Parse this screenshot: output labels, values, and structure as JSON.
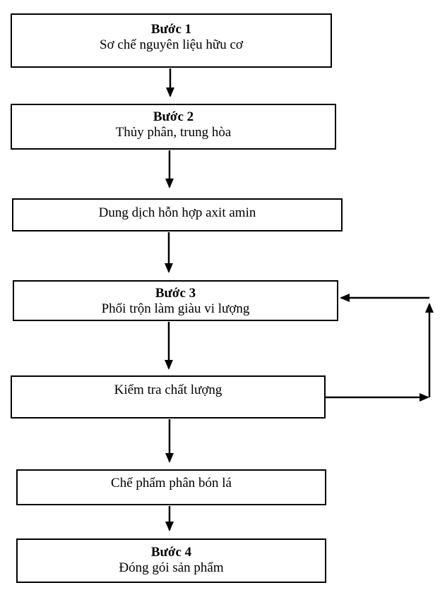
{
  "diagram": {
    "colors": {
      "line": "#000000",
      "background": "#ffffff",
      "text": "#000000"
    },
    "boxes": [
      {
        "id": "step-1",
        "title": "Bước 1",
        "text": "Sơ chế nguyên liệu hữu cơ"
      },
      {
        "id": "step-2",
        "title": "Bước 2",
        "text": "Thủy phân, trung hòa"
      },
      {
        "id": "amino-solution",
        "title": "",
        "text": "Dung dịch hỗn hợp axit amin"
      },
      {
        "id": "step-3",
        "title": "Bước 3",
        "text": "Phối trộn làm giàu vi lượng"
      },
      {
        "id": "quality-check",
        "title": "",
        "text": "Kiểm tra chất lượng"
      },
      {
        "id": "product",
        "title": "",
        "text": "Chế phẩm phân bón lá"
      },
      {
        "id": "step-4",
        "title": "Bước 4",
        "text": "Đóng gói sản phẩm"
      }
    ],
    "connections": [
      {
        "from": "step-1",
        "to": "step-2",
        "type": "arrow-down"
      },
      {
        "from": "step-2",
        "to": "amino-solution",
        "type": "arrow-down"
      },
      {
        "from": "amino-solution",
        "to": "step-3",
        "type": "arrow-down"
      },
      {
        "from": "step-3",
        "to": "quality-check",
        "type": "arrow-down"
      },
      {
        "from": "quality-check",
        "to": "product",
        "type": "arrow-down"
      },
      {
        "from": "product",
        "to": "step-4",
        "type": "arrow-down"
      },
      {
        "from": "quality-check",
        "to": "step-3",
        "type": "feedback-loop-right"
      }
    ]
  }
}
